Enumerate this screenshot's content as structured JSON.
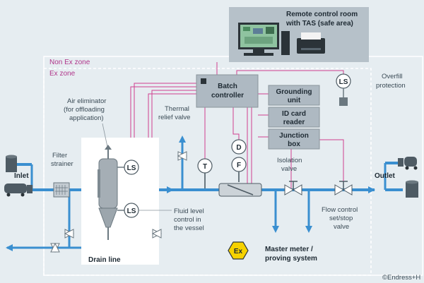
{
  "zones": {
    "non_ex": "Non Ex zone",
    "ex": "Ex zone"
  },
  "control_room": {
    "line1": "Remote control room",
    "line2": "with TAS (safe area)"
  },
  "batch_controller": {
    "line1": "Batch",
    "line2": "controller"
  },
  "boxes": {
    "grounding": {
      "line1": "Grounding",
      "line2": "unit"
    },
    "idcard": {
      "line1": "ID card",
      "line2": "reader"
    },
    "junction": {
      "line1": "Junction",
      "line2": "box"
    }
  },
  "overfill": {
    "line1": "Overfill",
    "line2": "protection"
  },
  "air_eliminator": {
    "line1": "Air eliminator",
    "line2": "(for offloading",
    "line3": "application)"
  },
  "thermal": {
    "line1": "Thermal",
    "line2": "relief valve"
  },
  "filter": {
    "line1": "Filter",
    "line2": "strainer"
  },
  "inlet": "Inlet",
  "outlet": "Outlet",
  "isolation": {
    "line1": "Isolation",
    "line2": "valve"
  },
  "fluid_level": {
    "line1": "Fluid level",
    "line2": "control in",
    "line3": "the vessel"
  },
  "flow_control": {
    "line1": "Flow control",
    "line2": "set/stop",
    "line3": "valve"
  },
  "master_meter": {
    "line1": "Master meter /",
    "line2": "proving system"
  },
  "drain": "Drain line",
  "instruments": {
    "ls": "LS",
    "t": "T",
    "d": "D",
    "f": "F"
  },
  "ex_symbol": "Ex",
  "copyright": "©Endress+H",
  "colors": {
    "pipe": "#3a8fd0",
    "signal": "#d0408f",
    "box": "#aeb9c2",
    "ex_yellow": "#f6d200"
  }
}
